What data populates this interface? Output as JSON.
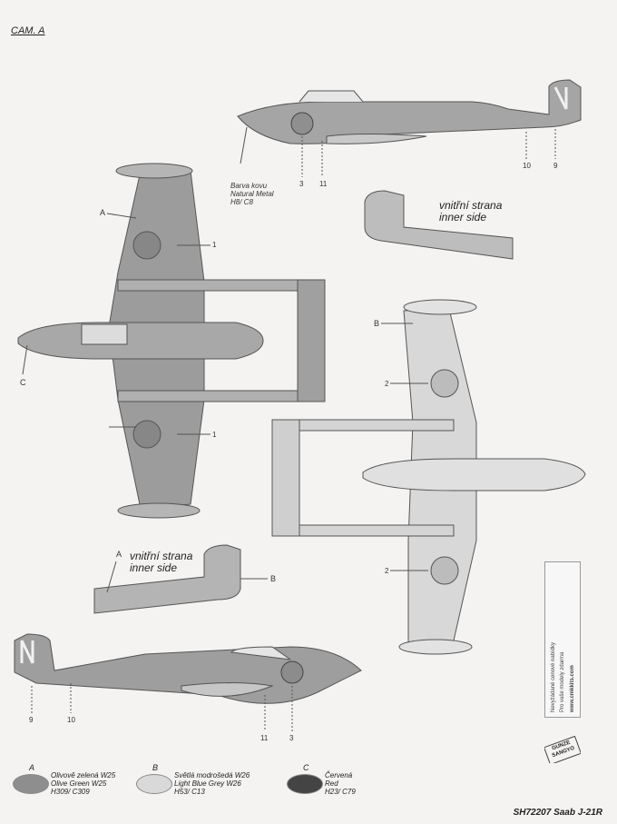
{
  "header": {
    "label": "CAM. A"
  },
  "notes": {
    "metal_title": "Barva kovu",
    "metal_sub": "Natural Metal",
    "metal_codes": "H8/ C8",
    "inner_top_cz": "vnitřní strana",
    "inner_top_en": "inner side",
    "inner_bottom_cz": "vnitřní strana",
    "inner_bottom_en": "inner side"
  },
  "markers": {
    "A1": "A",
    "A2": "A",
    "B1": "B",
    "B2": "B",
    "C1": "C",
    "n3a": "3",
    "n11a": "11",
    "n10a": "10",
    "n9a": "9",
    "n1a": "1",
    "n1b": "1",
    "n2a": "2",
    "n2b": "2",
    "n9b": "9",
    "n10b": "10",
    "n11b": "11",
    "n3b": "3"
  },
  "legend": [
    {
      "letter": "A",
      "cz": "Olivově zelená W25",
      "en": "Olive Green W25",
      "codes": "H309/ C309",
      "color": "#8e8e8e"
    },
    {
      "letter": "B",
      "cz": "Světlá modrošedá W26",
      "en": "Light Blue Grey W26",
      "codes": "H53/ C13",
      "color": "#d9d9d9"
    },
    {
      "letter": "C",
      "cz": "Červená",
      "en": "Red",
      "codes": "H23/ C79",
      "color": "#444444"
    }
  ],
  "side_strip": {
    "line1": "Nevyžádané cenové nabídky",
    "line2": "Pro vaše modely zdarma",
    "line3": "www.cmkkits.com"
  },
  "logo": {
    "top": "GUNZE",
    "bottom": "SANGYO"
  },
  "footer": {
    "title": "SH72207 Saab J-21R"
  },
  "colors": {
    "olive": "#9a9a9a",
    "grey": "#d8d8d8",
    "red": "#3e3e3e"
  }
}
